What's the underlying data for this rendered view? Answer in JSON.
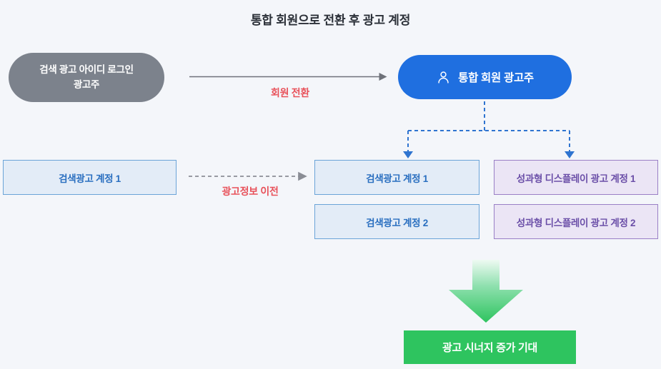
{
  "title": "통합 회원으로 전환 후 광고 계정",
  "nodes": {
    "legacy_advertiser": {
      "line1": "검색 광고 아이디 로그인",
      "line2": "광고주",
      "color": "#7c828c"
    },
    "unified_advertiser": {
      "label": "통합 회원 광고주",
      "icon": "person-icon",
      "color": "#1f6fe0"
    },
    "result": {
      "label": "광고 시너지 증가 기대",
      "color": "#2ec45f"
    }
  },
  "edges": {
    "conversion": {
      "label": "회원 전환",
      "style": "solid",
      "color": "#6e7179",
      "label_color": "#e8515a"
    },
    "transfer": {
      "label": "광고정보 이전",
      "style": "dashed",
      "color": "#8a8d95",
      "label_color": "#e8515a"
    },
    "fanout": {
      "style": "dashed",
      "color": "#2f74d0"
    },
    "synergy": {
      "style": "block-arrow",
      "color_top": "#e9f9ef",
      "color_bottom": "#2ec45f"
    }
  },
  "accounts": {
    "before": [
      {
        "label": "검색광고 계정 1",
        "type": "search",
        "fill": "#e3ecf7",
        "border": "#6ba4d8",
        "text": "#2a6fc0"
      }
    ],
    "after_search": [
      {
        "label": "검색광고 계정 1",
        "type": "search",
        "fill": "#e3ecf7",
        "border": "#6ba4d8",
        "text": "#2a6fc0"
      },
      {
        "label": "검색광고 계정 2",
        "type": "search",
        "fill": "#e3ecf7",
        "border": "#6ba4d8",
        "text": "#2a6fc0"
      }
    ],
    "after_display": [
      {
        "label": "성과형 디스플레이 광고 계정 1",
        "type": "display",
        "fill": "#ebe5f5",
        "border": "#9a7fc6",
        "text": "#6b4fa8"
      },
      {
        "label": "성과형 디스플레이 광고 계정 2",
        "type": "display",
        "fill": "#ebe5f5",
        "border": "#9a7fc6",
        "text": "#6b4fa8"
      }
    ]
  },
  "theme": {
    "background": "#f4f6fa",
    "title_color": "#2b3038"
  }
}
